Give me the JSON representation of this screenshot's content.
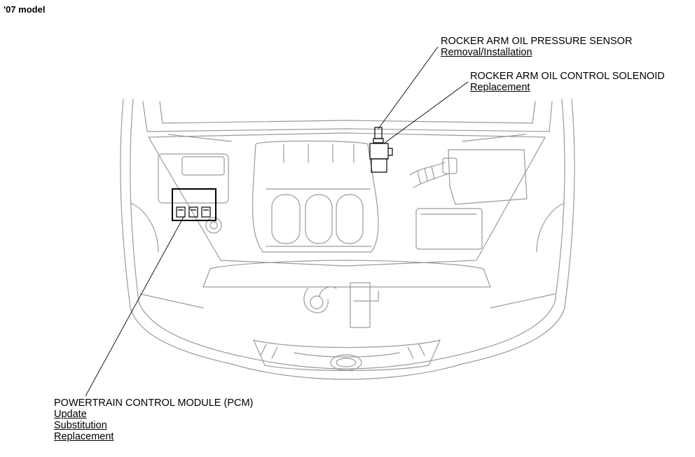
{
  "header": {
    "model": "'07 model"
  },
  "callouts": {
    "sensor": {
      "title": "ROCKER ARM OIL PRESSURE SENSOR",
      "links": [
        "Removal/Installation"
      ]
    },
    "solenoid": {
      "title": "ROCKER ARM OIL CONTROL SOLENOID",
      "links": [
        "Replacement"
      ]
    },
    "pcm": {
      "title": "POWERTRAIN CONTROL MODULE (PCM)",
      "links": [
        "Update",
        "Substitution",
        "Replacement"
      ]
    }
  },
  "colors": {
    "line": "#000000",
    "outline": "#9a9a9a",
    "background": "#ffffff"
  }
}
